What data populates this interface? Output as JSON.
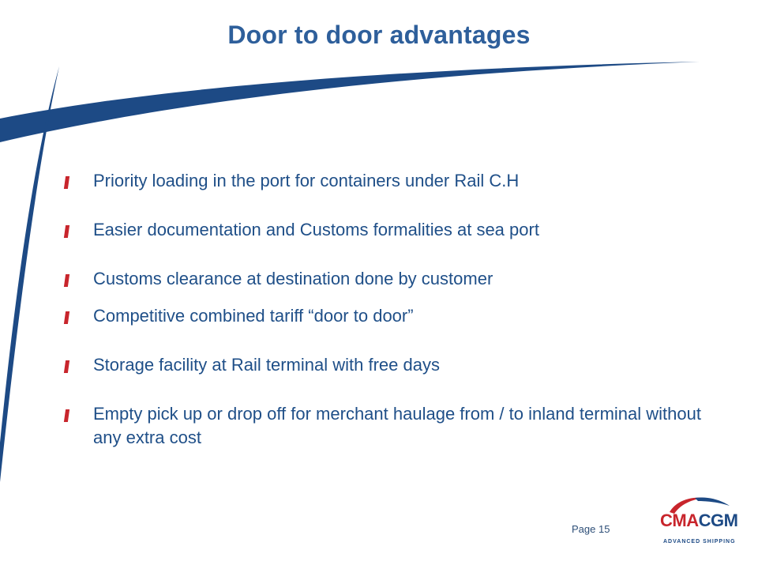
{
  "slide": {
    "title": "Door to door advantages",
    "bullets": [
      "Priority loading in the port for containers under Rail C.H",
      "Easier documentation and Customs formalities at sea port",
      "Customs clearance at destination done by customer",
      "Competitive combined tariff “door to door”",
      "Storage facility at Rail terminal with free days",
      "Empty pick up or drop off for merchant haulage from / to inland terminal without any extra cost"
    ],
    "page_label": "Page 15"
  },
  "logo": {
    "word_part_1": "CMA",
    "word_part_2": "CGM",
    "tagline": "ADVANCED SHIPPING"
  },
  "colors": {
    "title": "#2e5f9b",
    "body_text": "#1f4f88",
    "bullet_marker": "#c8252c",
    "swoosh": "#1d4a85",
    "logo_red": "#c8252c",
    "logo_blue": "#1d4a85"
  }
}
